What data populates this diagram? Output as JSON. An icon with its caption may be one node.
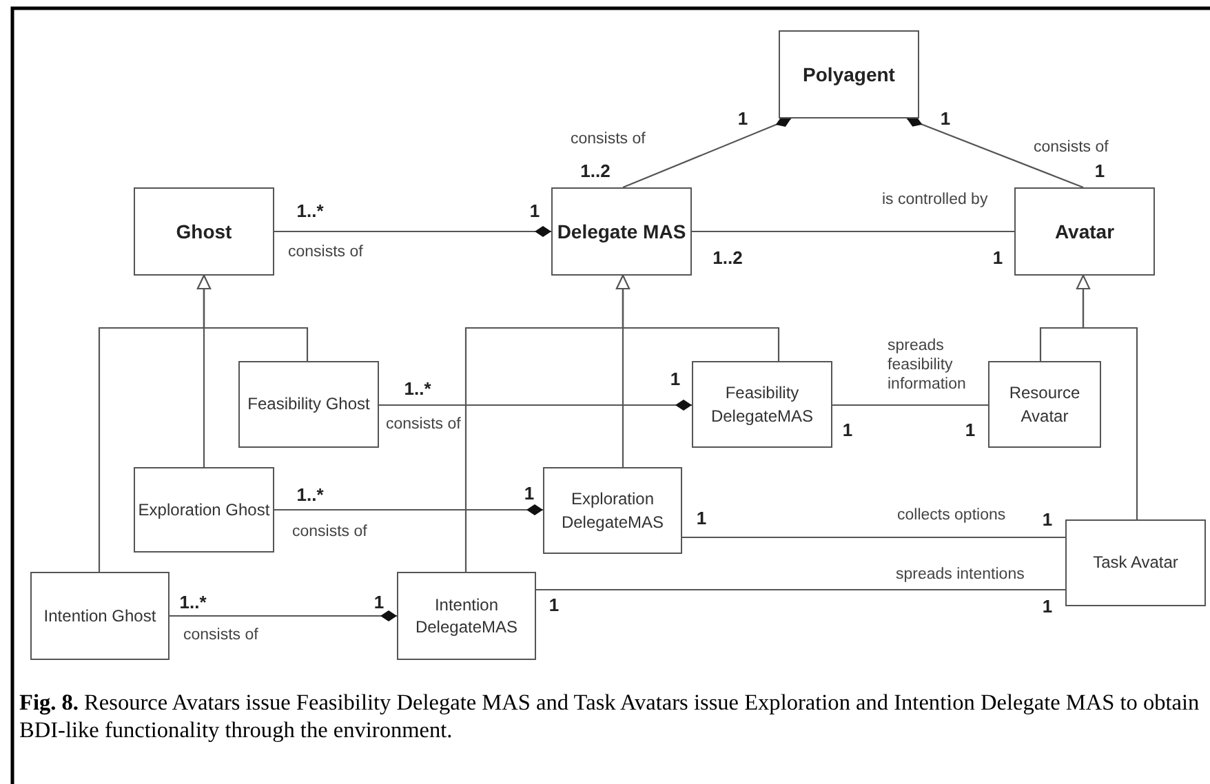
{
  "diagram": {
    "caption": "**Fig. 8.** Resource Avatars issue Feasibility Delegate MAS and Task Avatars issue Exploration and Intention Delegate MAS to obtain BDI-like functionality through the environment.",
    "nodes": [
      {
        "text": [
          "Polyagent"
        ]
      },
      {
        "text": [
          "Ghost"
        ]
      },
      {
        "text": [
          "Delegate MAS"
        ]
      },
      {
        "text": [
          "Avatar"
        ]
      },
      {
        "text": [
          "Feasibility Ghost"
        ]
      },
      {
        "text": [
          "Feasibility DelegateMAS"
        ]
      },
      {
        "text": [
          "Resource Avatar"
        ]
      },
      {
        "text": [
          "Exploration Ghost"
        ]
      },
      {
        "text": [
          "Exploration DelegateMAS"
        ]
      },
      {
        "text": [
          "Task Avatar"
        ]
      },
      {
        "text": [
          "Intention Ghost"
        ]
      },
      {
        "text": [
          "Intention DelegateMAS"
        ]
      }
    ],
    "edges": [
      {
        "from": 1,
        "to": 2,
        "arrow": "other",
        "label": "consists of"
      },
      {
        "from": 2,
        "to": 0,
        "arrow": "other",
        "label": "consists of"
      },
      {
        "from": 3,
        "to": 0,
        "arrow": "other",
        "label": "consists of"
      },
      {
        "from": 2,
        "to": 3,
        "arrow": "none",
        "label": "is controlled by"
      },
      {
        "from": 4,
        "to": 1,
        "arrow": "to"
      },
      {
        "from": 7,
        "to": 1,
        "arrow": "to"
      },
      {
        "from": 10,
        "to": 1,
        "arrow": "to"
      },
      {
        "from": 5,
        "to": 2,
        "arrow": "to"
      },
      {
        "from": 8,
        "to": 2,
        "arrow": "to"
      },
      {
        "from": 11,
        "to": 2,
        "arrow": "to"
      },
      {
        "from": 6,
        "to": 3,
        "arrow": "to"
      },
      {
        "from": 9,
        "to": 3,
        "arrow": "to"
      },
      {
        "from": 4,
        "to": 5,
        "arrow": "other",
        "label": "consists of"
      },
      {
        "from": 7,
        "to": 8,
        "arrow": "other",
        "label": "consists of"
      },
      {
        "from": 10,
        "to": 11,
        "arrow": "other",
        "label": "consists of"
      },
      {
        "from": 5,
        "to": 6,
        "arrow": "none",
        "label": "spreads feasibility information"
      },
      {
        "from": 8,
        "to": 9,
        "arrow": "none",
        "label": "collects options"
      },
      {
        "from": 11,
        "to": 9,
        "arrow": "none",
        "label": "spreads intentions"
      }
    ],
    "labels": [
      "1",
      "1",
      "1..2",
      "1",
      "1..*",
      "1",
      "1..2",
      "1",
      "1..*",
      "1",
      "1",
      "1",
      "1..*",
      "1",
      "1",
      "1",
      "1..*",
      "1",
      "1",
      "1"
    ]
  }
}
